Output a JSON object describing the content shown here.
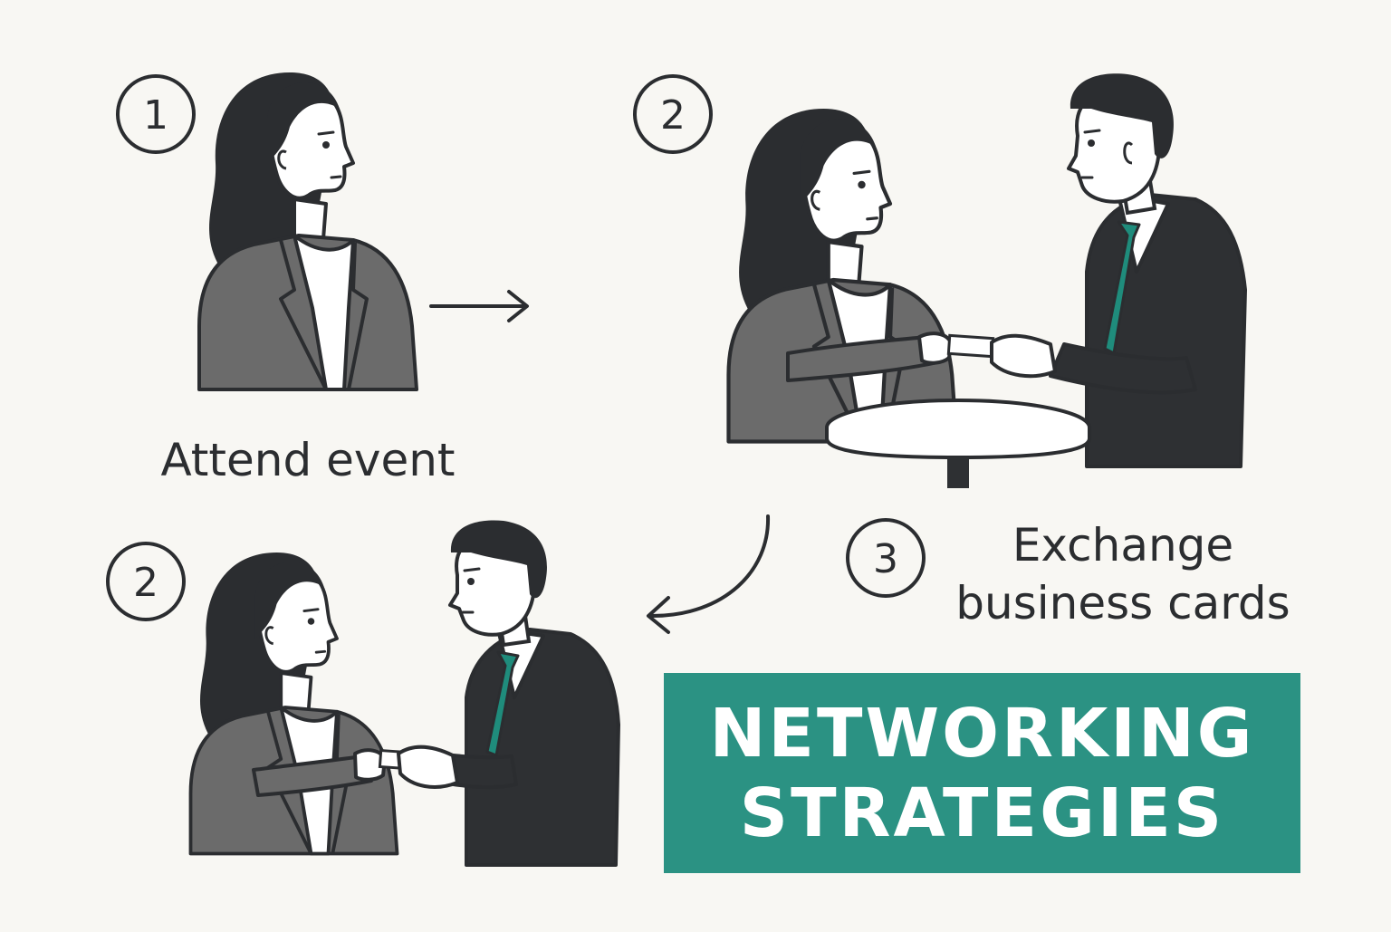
{
  "steps": [
    {
      "number": "1",
      "caption": "Attend event"
    },
    {
      "number": "2"
    },
    {
      "number": "3",
      "caption": "Exchange business cards"
    },
    {
      "number": "2"
    }
  ],
  "caption_exchange_lines": [
    "Exchange",
    "business cards"
  ],
  "title": {
    "line1": "NETWORKING",
    "line2": "STRATEGIES"
  },
  "colors": {
    "background": "#f8f7f3",
    "ink": "#2b2d30",
    "accent": "#2b9283",
    "jacket_grey": "#6b6b6b",
    "suit_dark": "#2e3033",
    "tie": "#1f8c7c",
    "skin": "#ffffff"
  }
}
